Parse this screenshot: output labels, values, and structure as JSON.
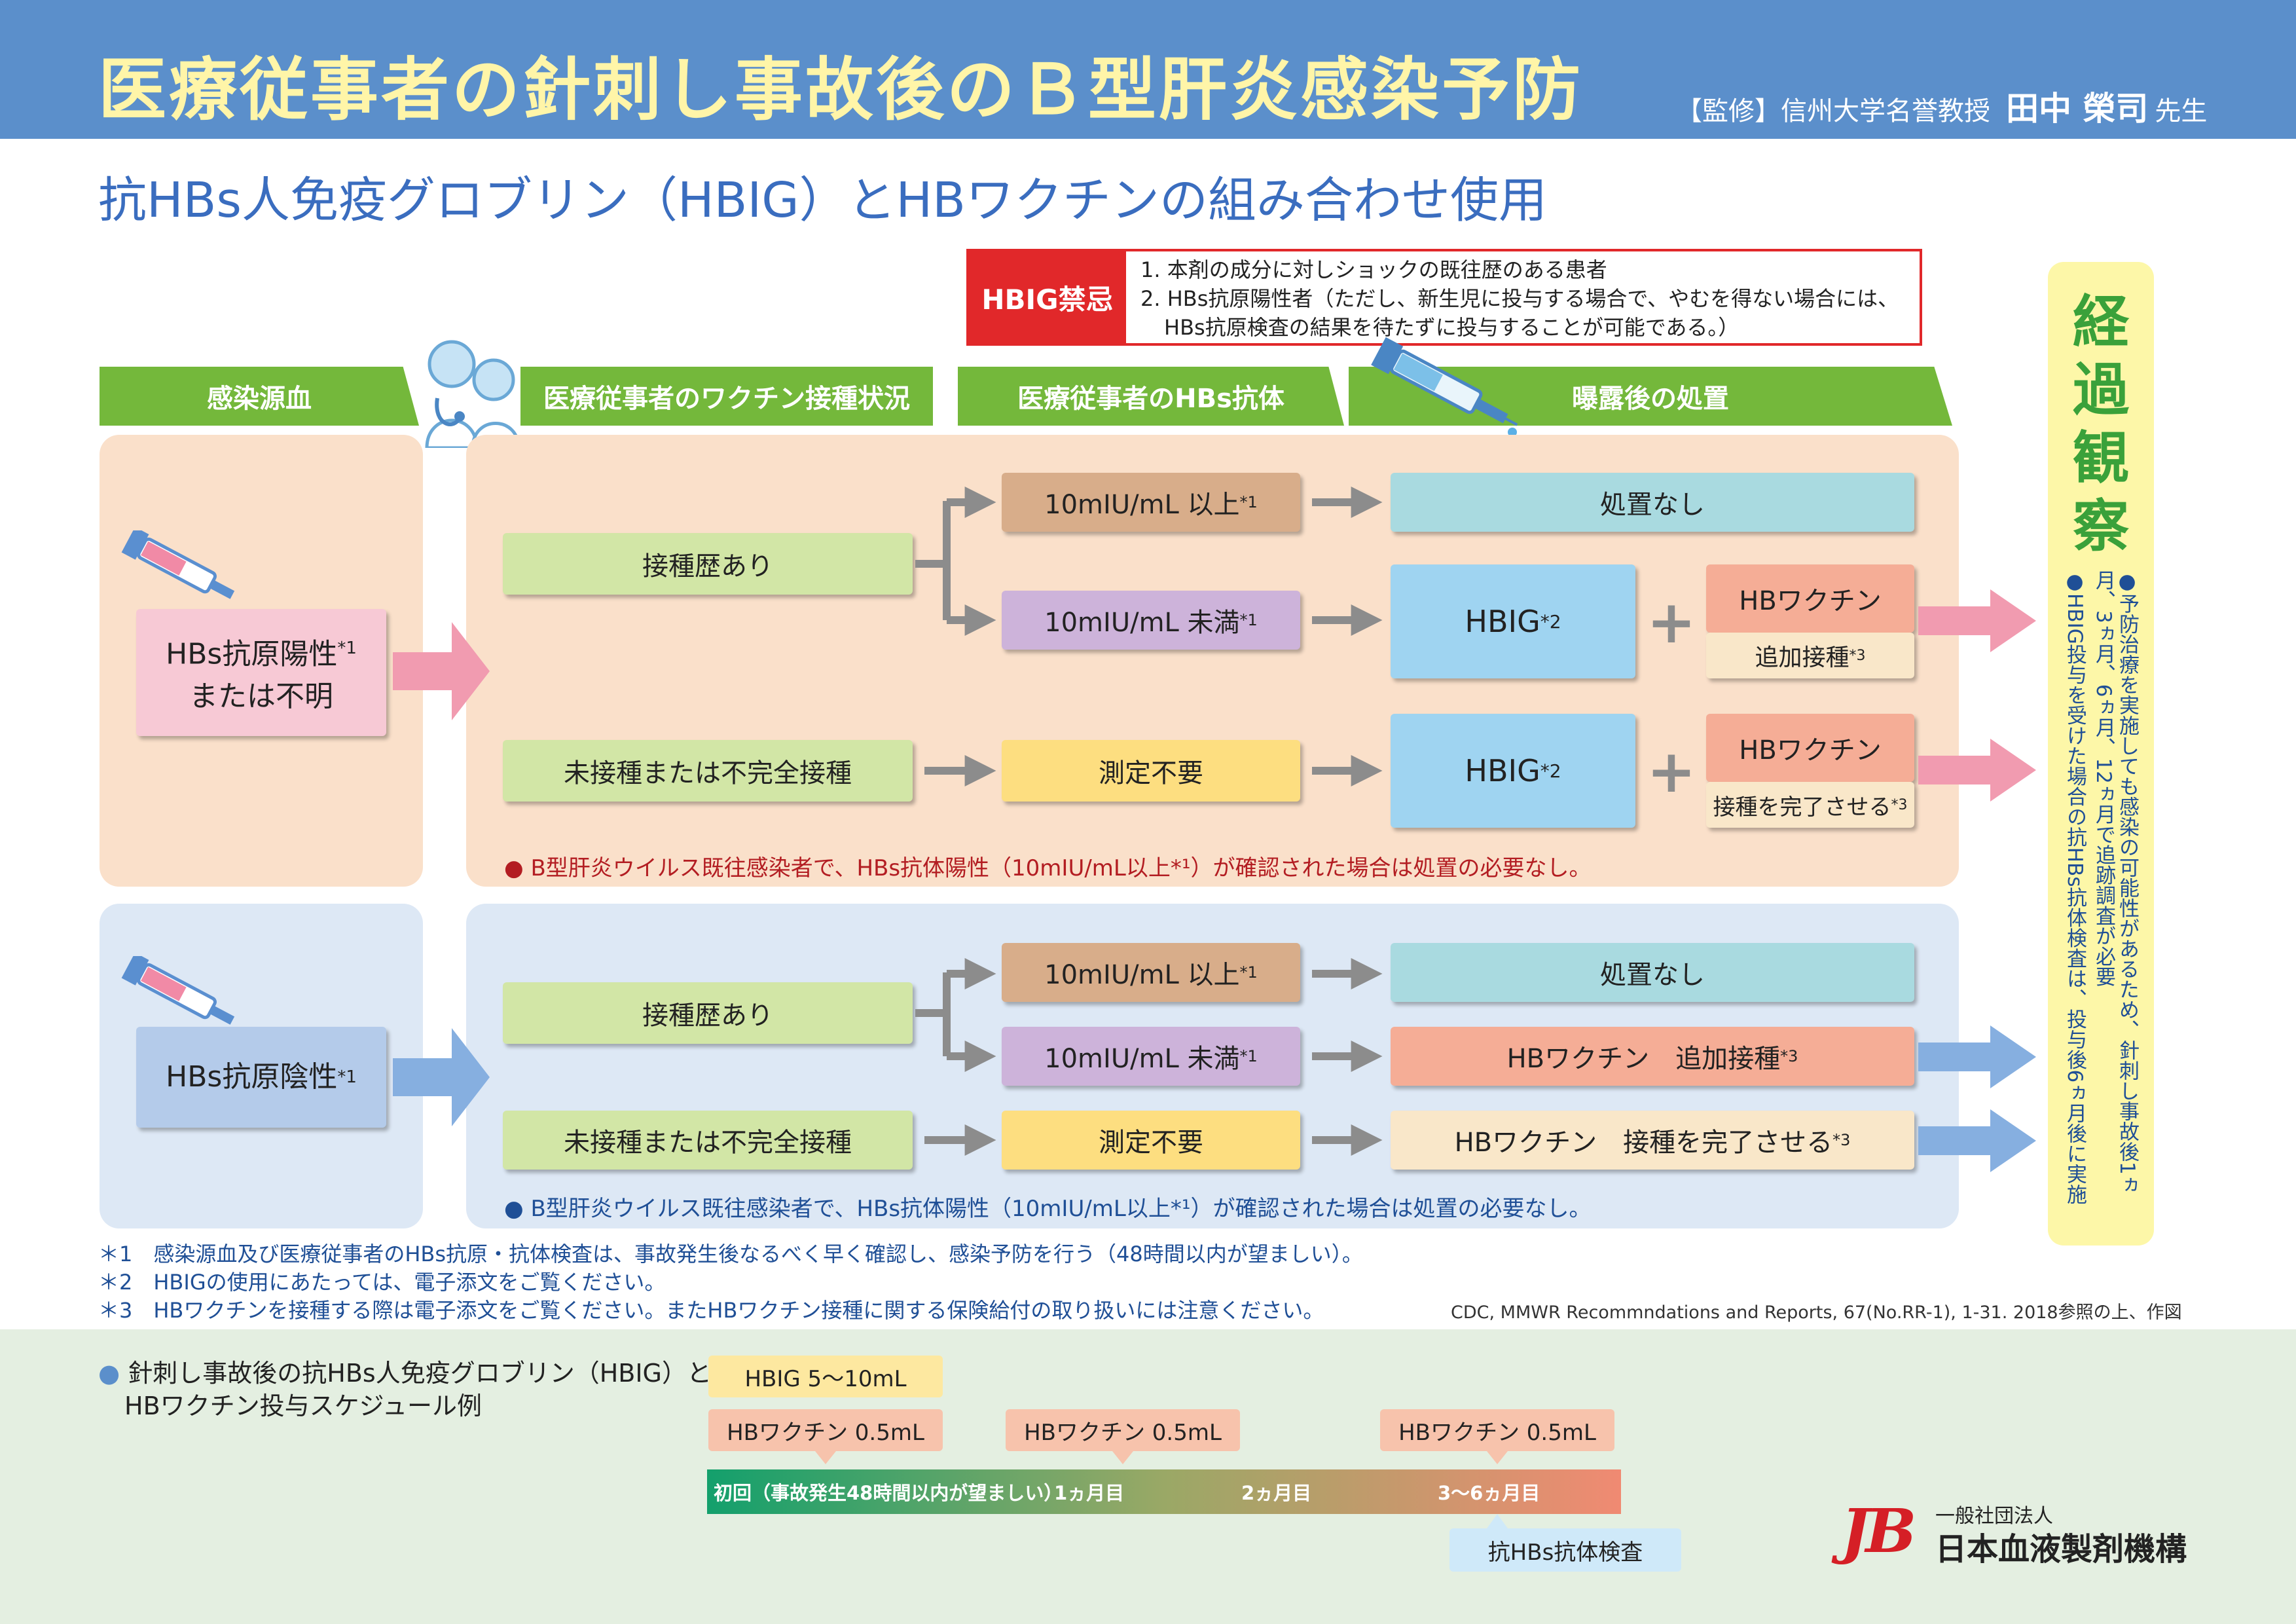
{
  "header": {
    "title": "医療従事者の針刺し事故後のＢ型肝炎感染予防",
    "supervisor_label": "【監修】信州大学名誉教授",
    "supervisor_name": "田中 榮司",
    "supervisor_suffix": "先生"
  },
  "subtitle": "抗HBs人免疫グロブリン（HBIG）とHBワクチンの組み合わせ使用",
  "contraindication": {
    "label": "HBIG禁忌",
    "line1": "1. 本剤の成分に対しショックの既往歴のある患者",
    "line2": "2. HBs抗原陽性者（ただし、新生児に投与する場合で、やむを得ない場合には、",
    "line3": "HBs抗原検査の結果を待たずに投与することが可能である。）"
  },
  "columns": {
    "source": "感染源血",
    "vaccination": "医療従事者のワクチン接種状況",
    "antibody": "医療従事者のHBs抗体",
    "treatment": "曝露後の処置"
  },
  "upper": {
    "source_line1": "HBs抗原陽性",
    "source_sup": "*1",
    "source_line2": "または不明",
    "vaccinated": "接種歴あり",
    "ab_high": "10mIU/mL 以上",
    "ab_high_sup": "*1",
    "ab_low": "10mIU/mL 未満",
    "ab_low_sup": "*1",
    "no_treatment": "処置なし",
    "hbig": "HBIG",
    "hbig_sup": "*2",
    "plus": "+",
    "hb_vaccine": "HBワクチン",
    "booster": "追加接種",
    "booster_sup": "*3",
    "unvaccinated": "未接種または不完全接種",
    "no_measure": "測定不要",
    "complete": "接種を完了させる",
    "complete_sup": "*3",
    "note": "● B型肝炎ウイルス既往感染者で、HBs抗体陽性（10mIU/mL以上*¹）が確認された場合は処置の必要なし。"
  },
  "lower": {
    "source_line1": "HBs抗原陰性",
    "source_sup": "*1",
    "vaccinated": "接種歴あり",
    "ab_high": "10mIU/mL 以上",
    "ab_high_sup": "*1",
    "ab_low": "10mIU/mL 未満",
    "ab_low_sup": "*1",
    "no_treatment": "処置なし",
    "booster": "HBワクチン　追加接種",
    "booster_sup": "*3",
    "unvaccinated": "未接種または不完全接種",
    "no_measure": "測定不要",
    "complete": "HBワクチン　接種を完了させる",
    "complete_sup": "*3",
    "note": "● B型肝炎ウイルス既往感染者で、HBs抗体陽性（10mIU/mL以上*¹）が確認された場合は処置の必要なし。"
  },
  "followup": {
    "title": "経過観察",
    "item1": "●予防治療を実施しても感染の可能性があるため、針刺し事故後1ヵ月、3ヵ月、6ヵ月、12ヵ月で追跡調査が必要",
    "item2": "●HBIG投与を受けた場合の抗HBs抗体検査は、投与後6ヵ月後に実施"
  },
  "footnotes": {
    "f1": "＊1　感染源血及び医療従事者のHBs抗原・抗体検査は、事故発生後なるべく早く確認し、感染予防を行う（48時間以内が望ましい）。",
    "f2": "＊2　HBIGの使用にあたっては、電子添文をご覧ください。",
    "f3": "＊3　HBワクチンを接種する際は電子添文をご覧ください。またHBワクチン接種に関する保険給付の取り扱いには注意ください。",
    "reference": "CDC, MMWR Recommndations and Reports, 67(No.RR-1), 1-31. 2018参照の上、作図"
  },
  "schedule": {
    "heading_line1": "針刺し事故後の抗HBs人免疫グロブリン（HBIG）と",
    "heading_line2": "HBワクチン投与スケジュール例",
    "hbig_dose": "HBIG 5〜10mL",
    "vaccine_dose_1": "HBワクチン 0.5mL",
    "vaccine_dose_2": "HBワクチン 0.5mL",
    "vaccine_dose_3": "HBワクチン 0.5mL",
    "timeline": [
      "初回（事故発生48時間以内が望ましい）",
      "1ヵ月目",
      "2ヵ月目",
      "3〜6ヵ月目"
    ],
    "antibody_test": "抗HBs抗体検査"
  },
  "logo": {
    "mark": "JB",
    "org_type": "一般社団法人",
    "org_name": "日本血液製剤機構"
  },
  "colors": {
    "header_blue": "#5b8fcb",
    "title_yellow": "#fff5a8",
    "band_green": "#74b83b",
    "contra_red": "#e1282a",
    "arrow_gray": "#8c8c8c",
    "pink_arrow": "#f19bb0",
    "blue_arrow": "#86afe0"
  }
}
